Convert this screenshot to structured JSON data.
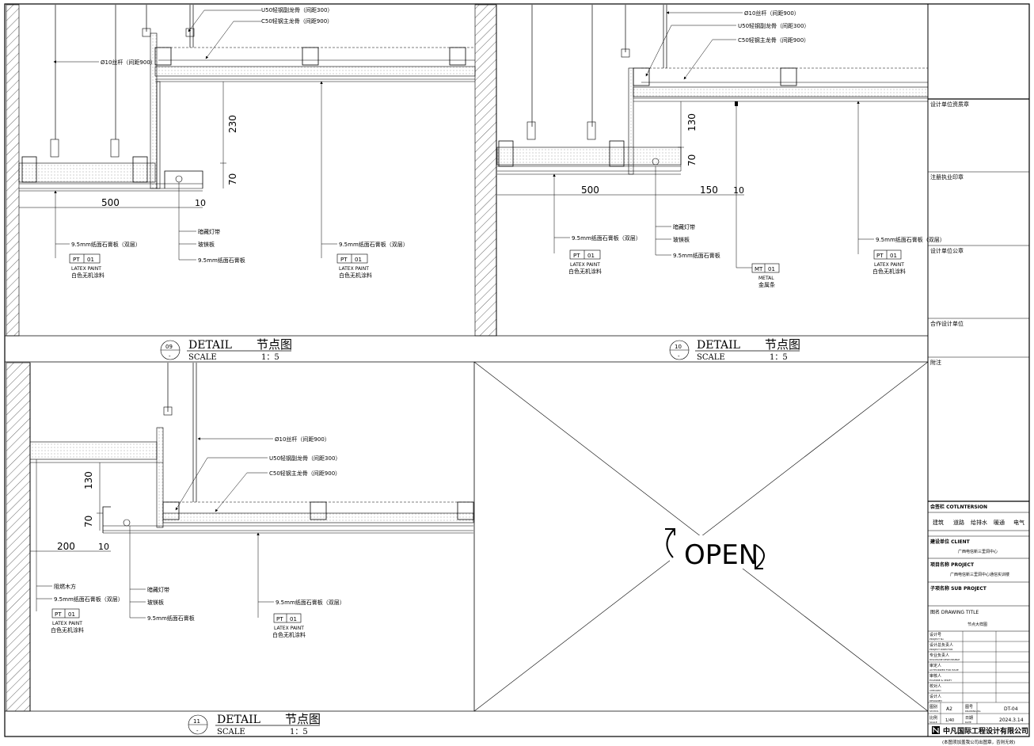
{
  "details": [
    {
      "number": "09",
      "sub": "-",
      "title_en": "DETAIL",
      "title_cn": "节点图",
      "scale_label": "SCALE",
      "scale_value": "1：5",
      "labels": {
        "u50": "U50轻钢副龙骨（间距300）",
        "c50": "C50轻钢主龙骨（间距900）",
        "rod": "Ø10丝杆（间距900）",
        "dim_230": "230",
        "dim_70": "70",
        "dim_500": "500",
        "dim_10": "10",
        "led": "暗藏灯带",
        "glass": "玻镁板",
        "gyp": "9.5mm纸面石膏板",
        "gyp_left": "9.5mm纸面石膏板（双层）",
        "gyp_right": "9.5mm纸面石膏板（双层）",
        "pt": "PT",
        "pt_num": "01",
        "paint_en": "LATEX PAINT",
        "paint_cn": "白色无机涂料"
      }
    },
    {
      "number": "10",
      "sub": "-",
      "title_en": "DETAIL",
      "title_cn": "节点图",
      "scale_label": "SCALE",
      "scale_value": "1：5",
      "labels": {
        "rod": "Ø10丝杆（间距900）",
        "u50": "U50轻钢副龙骨（间距300）",
        "c50": "C50轻钢主龙骨（间距900）",
        "dim_130": "130",
        "dim_70": "70",
        "dim_500": "500",
        "dim_150": "150",
        "dim_10": "10",
        "led": "暗藏灯带",
        "glass": "玻镁板",
        "gyp": "9.5mm纸面石膏板",
        "gyp_left": "9.5mm纸面石膏板（双层）",
        "gyp_right": "9.5mm纸面石膏板（双层）",
        "pt": "PT",
        "pt_num": "01",
        "paint_en": "LATEX PAINT",
        "paint_cn": "白色无机涂料",
        "mt": "MT",
        "mt_num": "01",
        "metal_en": "METAL",
        "metal_cn": "金属条"
      }
    },
    {
      "number": "11",
      "sub": "-",
      "title_en": "DETAIL",
      "title_cn": "节点图",
      "scale_label": "SCALE",
      "scale_value": "1：5",
      "labels": {
        "rod": "Ø10丝杆（间距900）",
        "u50": "U50轻钢副龙骨（间距300）",
        "c50": "C50轻钢主龙骨（间距900）",
        "dim_130": "130",
        "dim_70": "70",
        "dim_200": "200",
        "dim_10": "10",
        "wood": "阻燃木方",
        "gyp_left": "9.5mm纸面石膏板（双层）",
        "led": "暗藏灯带",
        "glass": "玻镁板",
        "gyp": "9.5mm纸面石膏板",
        "gyp_right": "9.5mm纸面石膏板（双层）",
        "pt": "PT",
        "pt_num": "01",
        "paint_en": "LATEX PAINT",
        "paint_cn": "白色无机涂料"
      }
    }
  ],
  "open_label": "OPEN",
  "title_block": {
    "qualification": "设计单位资质章",
    "registered": "注册执业印章",
    "design_seal": "设计单位公章",
    "partner": "合作设计单位",
    "notes": "附注",
    "cosign": "会签栏 COTLNTERSION",
    "disciplines": [
      "建筑",
      "道路",
      "给排水",
      "暖通",
      "电气"
    ],
    "client_label": "建设单位 CLIENT",
    "client_value": "广西电信新三里洞中心",
    "project_label": "项目名称 PROJECT",
    "project_value": "广西电信新三里洞中心通信实训楼",
    "sub_project_label": "子项名称 SUB PROJECT",
    "drawing_title_label": "图名 DRAWING TITLE",
    "drawing_title_value": "节点大样图",
    "rows": [
      {
        "cn": "设计号",
        "en": "PROJECT No"
      },
      {
        "cn": "设计总负责人",
        "en": "PROJECT DIRECTOR"
      },
      {
        "cn": "专业负责人",
        "en": "DISCIPLINE RESPONSIBLE"
      },
      {
        "cn": "审定人",
        "en": "AUTHORIZED FOR ISSUE"
      },
      {
        "cn": "审核人",
        "en": "EXAMINE & VERIFY"
      },
      {
        "cn": "校对人",
        "en": "CHECKED"
      },
      {
        "cn": "设计人",
        "en": "DESIGNED"
      }
    ],
    "status_label": "图别",
    "status_en": "STATUS",
    "status_value": "A2",
    "drawing_no_label": "图号",
    "drawing_no_en": "DRAWING No",
    "drawing_no_value": "DT-04",
    "scale_label": "比例",
    "scale_en": "SCALE",
    "scale_value": "1/40",
    "date_label": "日期",
    "date_en": "DATE",
    "date_value": "2024.3.14",
    "company": "中凡国际工程设计有限公司",
    "footer_note": "(本图须加盖我公司出图章，否则无效)"
  }
}
